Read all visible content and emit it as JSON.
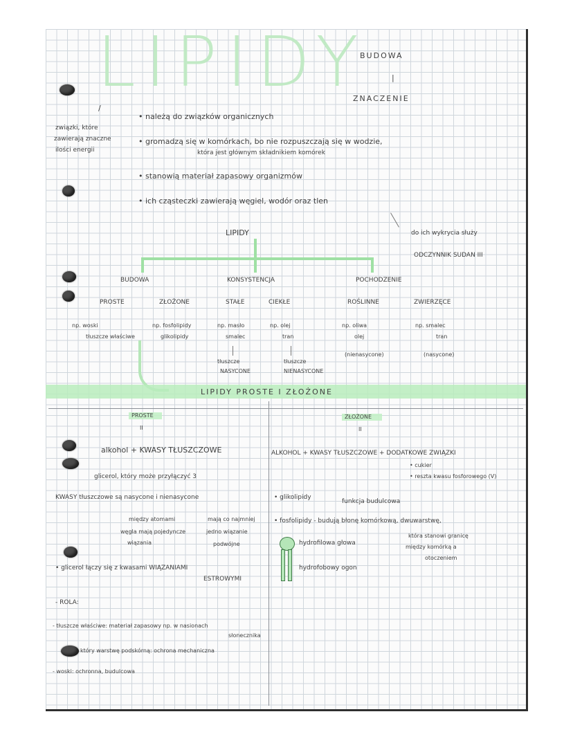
{
  "title": "LIPIDY",
  "topic": {
    "budowa": "BUDOWA",
    "sep": "|",
    "znaczenie": "ZNACZENIE"
  },
  "side_note": {
    "slash": "/",
    "lines": [
      "związki, które",
      "zawierają znaczne",
      "ilości energii"
    ]
  },
  "bullets": [
    "• należą do związków organicznych",
    "• gromadzą się w komórkach, bo nie rozpuszczają się w wodzie,",
    "która jest głównym składnikiem komórek",
    "• stanowią materiał zapasowy organizmów",
    "• ich cząsteczki zawierają węgiel, wodór oraz tlen"
  ],
  "detection_note": [
    "do ich wykrycia służy",
    "ODCZYNNIK SUDAN III"
  ],
  "tree": {
    "root": "LIPIDY",
    "branches": [
      {
        "label": "BUDOWA",
        "left": "PROSTE",
        "right": "ZŁOŻONE",
        "left_ex": [
          "np. woski",
          "tłuszcze właściwe"
        ],
        "right_ex": [
          "np. fosfolipidy",
          "glikolipidy"
        ]
      },
      {
        "label": "KONSYSTENCJA",
        "left": "STAŁE",
        "right": "CIEKŁE",
        "left_ex": [
          "np. masło",
          "smalec"
        ],
        "right_ex": [
          "np. olej",
          "tran"
        ],
        "left_sub": [
          "tłuszcze",
          "NASYCONE"
        ],
        "right_sub": [
          "tłuszcze",
          "NIENASYCONE"
        ]
      },
      {
        "label": "POCHODZENIE",
        "left": "ROŚLINNE",
        "right": "ZWIERZĘCE",
        "left_ex": [
          "np. oliwa",
          "olej",
          "(nienasycone)"
        ],
        "right_ex": [
          "np. smalec",
          "tran",
          "(nasycone)"
        ]
      }
    ]
  },
  "band_title": "LIPIDY PROSTE I ZŁOŻONE",
  "left_col": {
    "header": "PROSTE",
    "mark": "II",
    "formula": "alkohol + KWASY TŁUSZCZOWE",
    "glycerol": "glicerol, który może przyłączyć 3",
    "acids": "KWASY tłuszczowe są nasycone i nienasycone",
    "sat": [
      "między atomami",
      "węgla mają pojedyncze",
      "wiązania"
    ],
    "unsat": [
      "mają co najmniej",
      "jedno wiązanie",
      "podwójne"
    ],
    "ester": [
      "• glicerol łączy się z kwasami WIĄZANIAMI",
      "ESTROWYMI"
    ],
    "role_header": "- ROLA:",
    "roles": [
      "- tłuszcze właściwe: materiał zapasowy np. w nasionach",
      "słonecznika",
      "który warstwę podskórną: ochrona mechaniczna",
      "- woski: ochronna, budulcowa"
    ]
  },
  "right_col": {
    "header": "ZŁOŻONE",
    "mark": "II",
    "formula": "ALKOHOL + KWASY TŁUSZCZOWE + DODATKOWE ZWIĄZKI",
    "extras": [
      "• cukier",
      "• reszta kwasu fosforowego (V)"
    ],
    "glyco": "• glikolipidy",
    "function": "funkcja budulcowa",
    "phospho": "• fosfolipidy - budują błonę komórkową, dwuwarstwę,",
    "phospho2": [
      "która stanowi granicę",
      "między komórką a",
      "otoczeniem"
    ],
    "head": "hydrofilowa głowa",
    "tail": "hydrofobowy ogon"
  },
  "colors": {
    "green": "#bfeac3",
    "grid": "#cfd6dc"
  }
}
